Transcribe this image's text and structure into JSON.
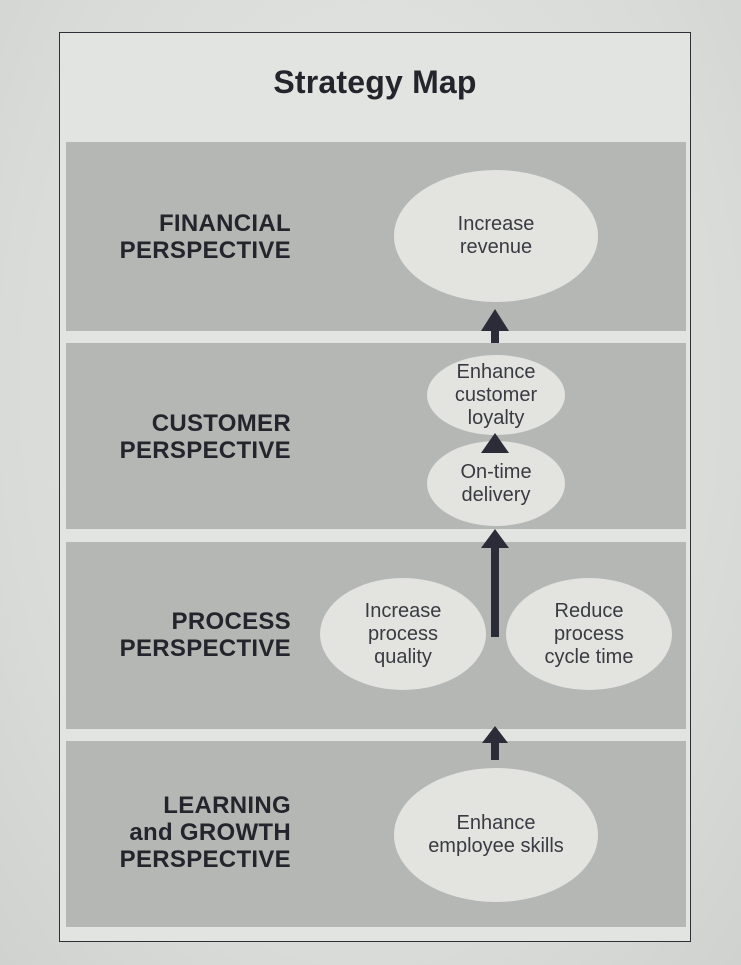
{
  "title": "Strategy Map",
  "perspectives": [
    {
      "label": "FINANCIAL\nPERSPECTIVE"
    },
    {
      "label": "CUSTOMER\nPERSPECTIVE"
    },
    {
      "label": "PROCESS\nPERSPECTIVE"
    },
    {
      "label": "LEARNING\nand GROWTH\nPERSPECTIVE"
    }
  ],
  "objectives": {
    "increase_revenue": "Increase\nrevenue",
    "enhance_loyalty": "Enhance\ncustomer\nloyalty",
    "on_time_delivery": "On-time\ndelivery",
    "increase_quality": "Increase\nprocess\nquality",
    "reduce_cycle_time": "Reduce\nprocess\ncycle time",
    "enhance_skills": "Enhance\nemployee skills"
  },
  "colors": {
    "band": "#b4b7b4",
    "ellipse": "#e3e4e0",
    "text": "#24252c",
    "arrow": "#2b2c38"
  }
}
